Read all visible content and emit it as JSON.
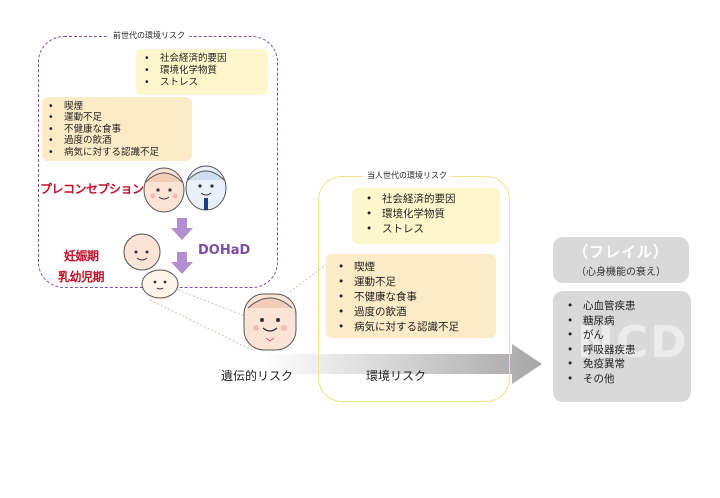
{
  "prev_generation": {
    "title": "前世代の環境リスク",
    "factors_top": [
      "社会経済的要因",
      "環境化学物質",
      "ストレス"
    ],
    "factors_life": [
      "喫煙",
      "運動不足",
      "不健康な食事",
      "過度の飲酒",
      "病気に対する認識不足"
    ]
  },
  "stages": {
    "preconception": "プレコンセプション",
    "pregnancy": "妊娠期",
    "infancy": "乳幼児期",
    "dohad": "DOHaD"
  },
  "current_generation": {
    "title": "当人世代の環境リスク",
    "factors_top": [
      "社会経済的要因",
      "環境化学物質",
      "ストレス"
    ],
    "factors_life": [
      "喫煙",
      "運動不足",
      "不健康な食事",
      "過度の飲酒",
      "病気に対する認識不足"
    ]
  },
  "frailty": {
    "title": "（フレイル）",
    "subtitle": "（心身機能の衰え）"
  },
  "ncd": {
    "watermark": "NCD",
    "items": [
      "心血管疾患",
      "糖尿病",
      "がん",
      "呼吸器疾患",
      "免疫異常",
      "その他"
    ]
  },
  "risk_labels": {
    "genetic": "遺伝的リスク",
    "environmental": "環境リスク"
  },
  "colors": {
    "accent_purple": "#7d4fa3",
    "label_red": "#c0102a",
    "note_yellow": "#fff7cc",
    "note_peach": "#fdebc7",
    "gray": "#d9d9d9"
  }
}
